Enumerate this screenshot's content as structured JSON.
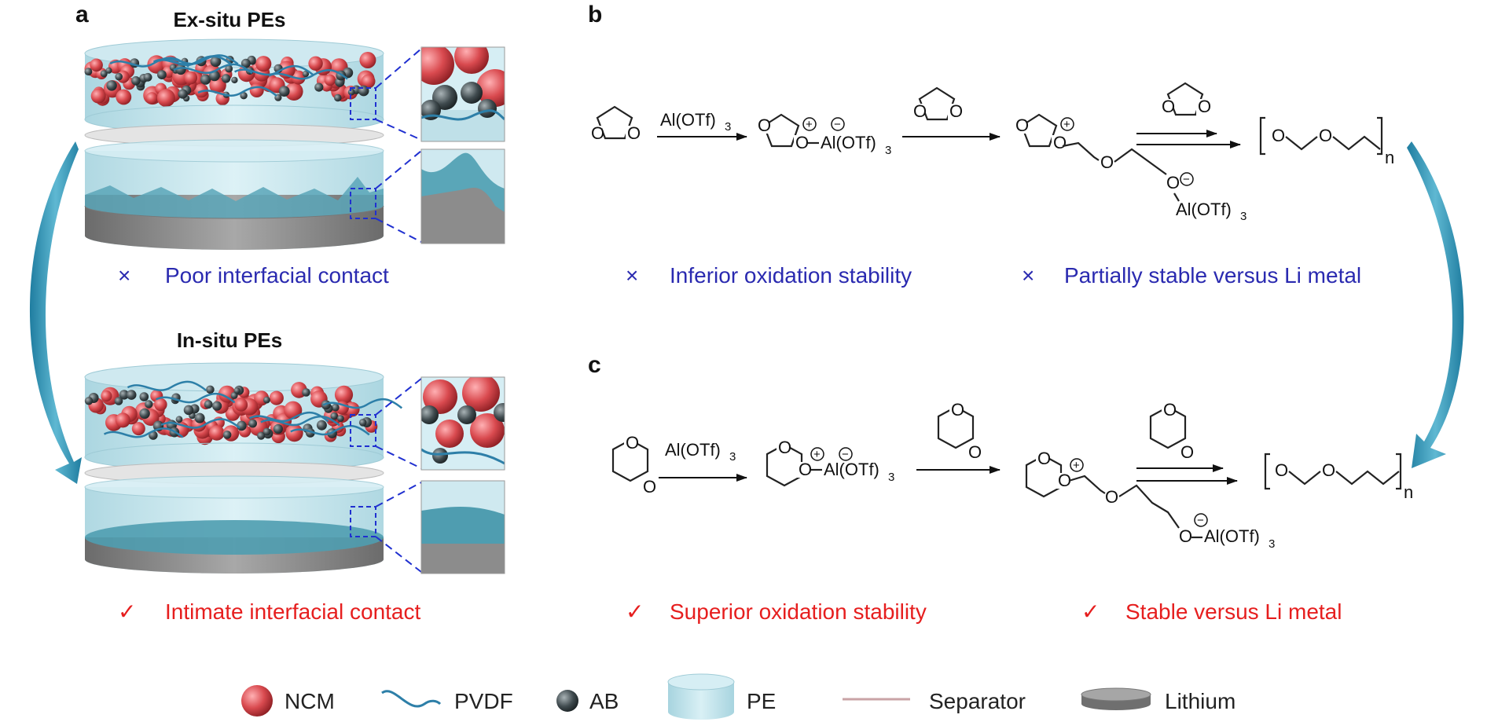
{
  "panels": {
    "a": {
      "letter": "a",
      "top_title": "Ex-situ PEs",
      "top_caption_mark": "×",
      "top_caption": "Poor interfacial contact",
      "bottom_title": "In-situ PEs",
      "bottom_caption_mark": "✓",
      "bottom_caption": "Intimate interfacial contact"
    },
    "b": {
      "letter": "b",
      "catalyst": "Al(OTf)",
      "catalyst_sub": "3",
      "counterion": "Al(OTf)",
      "counterion_sub": "3",
      "plus": "+",
      "minus": "−",
      "oxygen": "O",
      "repeat_sub": "n",
      "caption1_mark": "×",
      "caption1": "Inferior oxidation stability",
      "caption2_mark": "×",
      "caption2": "Partially stable versus Li metal"
    },
    "c": {
      "letter": "c",
      "catalyst": "Al(OTf)",
      "catalyst_sub": "3",
      "counterion": "Al(OTf)",
      "counterion_sub": "3",
      "plus": "+",
      "minus": "−",
      "oxygen": "O",
      "repeat_sub": "n",
      "caption1_mark": "✓",
      "caption1": "Superior oxidation stability",
      "caption2_mark": "✓",
      "caption2": "Stable versus Li metal"
    }
  },
  "legend": [
    "NCM",
    "PVDF",
    "AB",
    "PE",
    "Separator",
    "Lithium"
  ],
  "colors": {
    "ncm": "#d94a4f",
    "ab": "#3f4a4e",
    "pvdf": "#2d7fa8",
    "pe": "#bfe3ec",
    "lithium": "#8a8a8a",
    "bad_text": "#2a2ab0",
    "good_text": "#e61e1e",
    "arrow_teal": "#2d8fb0"
  }
}
